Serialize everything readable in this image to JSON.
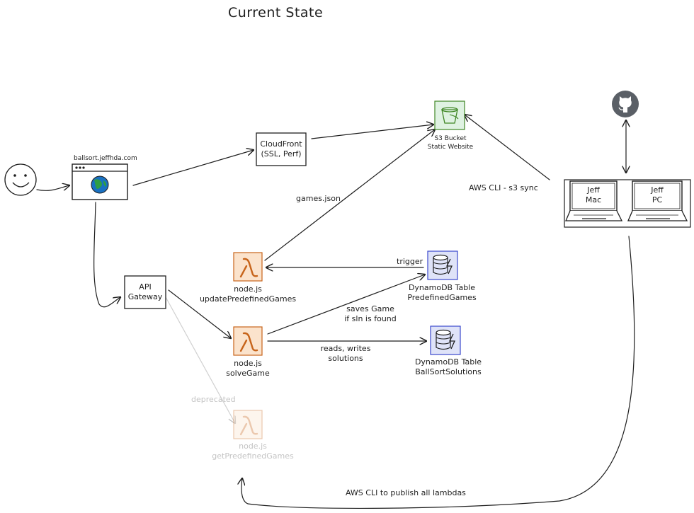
{
  "title": "Current State",
  "browser_url": "ballsort.jeffhda.com",
  "cloudfront": {
    "line1": "CloudFront",
    "line2": "(SSL, Perf)"
  },
  "s3": {
    "line1": "S3 Bucket",
    "line2": "Static Website"
  },
  "api_gateway": {
    "line1": "API",
    "line2": "Gateway"
  },
  "lambda_update": {
    "line1": "node.js",
    "line2": "updatePredefinedGames"
  },
  "lambda_solve": {
    "line1": "node.js",
    "line2": "solveGame"
  },
  "lambda_get": {
    "line1": "node.js",
    "line2": "getPredefinedGames"
  },
  "dynamo_predefined": {
    "line1": "DynamoDB Table",
    "line2": "PredefinedGames"
  },
  "dynamo_solutions": {
    "line1": "DynamoDB Table",
    "line2": "BallSortSolutions"
  },
  "laptop_mac": {
    "line1": "Jeff",
    "line2": "Mac"
  },
  "laptop_pc": {
    "line1": "Jeff",
    "line2": "PC"
  },
  "labels": {
    "games_json": "games.json",
    "trigger": "trigger",
    "saves_game_1": "saves Game",
    "saves_game_2": "if sln is found",
    "reads_writes_1": "reads, writes",
    "reads_writes_2": "solutions",
    "deprecated": "deprecated",
    "aws_s3_sync": "AWS CLI - s3 sync",
    "aws_publish": "AWS CLI to publish all lambdas"
  },
  "colors": {
    "ink": "#1e1e1e",
    "faded": "#c4c4c4",
    "lambda_fill": "#fbe3cc",
    "lambda_stroke": "#c7641a",
    "dynamo_fill": "#dfe3f8",
    "dynamo_stroke": "#3b48cc",
    "s3_fill": "#dff2e2",
    "s3_stroke": "#3f8624",
    "github": "#5a5f66",
    "globe_blue": "#1971c2",
    "globe_green": "#2f9e44"
  },
  "icons": [
    "smiley-face-icon",
    "globe-icon",
    "lambda-icon",
    "dynamodb-icon",
    "s3-bucket-icon",
    "github-icon",
    "laptop-icon"
  ]
}
